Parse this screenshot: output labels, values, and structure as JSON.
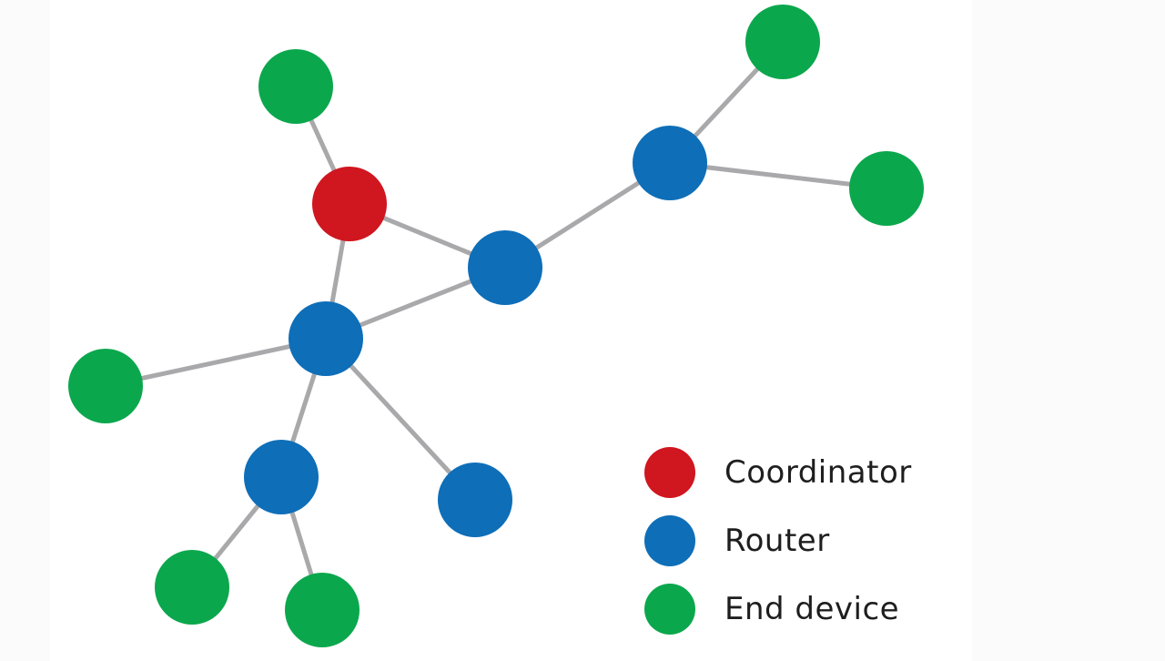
{
  "colors": {
    "coordinator": "#d0161f",
    "router": "#0e6eb8",
    "end_device": "#0ba74d",
    "link": "#a9a9ab"
  },
  "nodes": [
    {
      "id": "coordinator",
      "type": "coordinator"
    },
    {
      "id": "router-center",
      "type": "router"
    },
    {
      "id": "router-right",
      "type": "router"
    },
    {
      "id": "router-main",
      "type": "router"
    },
    {
      "id": "router-lower",
      "type": "router"
    },
    {
      "id": "router-leaf",
      "type": "router"
    },
    {
      "id": "end-device-top",
      "type": "end_device"
    },
    {
      "id": "end-device-top-right",
      "type": "end_device"
    },
    {
      "id": "end-device-right",
      "type": "end_device"
    },
    {
      "id": "end-device-left",
      "type": "end_device"
    },
    {
      "id": "end-device-bottom-left",
      "type": "end_device"
    },
    {
      "id": "end-device-bottom",
      "type": "end_device"
    }
  ],
  "links": [
    [
      "coordinator",
      "end-device-top"
    ],
    [
      "coordinator",
      "router-center"
    ],
    [
      "coordinator",
      "router-main"
    ],
    [
      "router-center",
      "router-main"
    ],
    [
      "router-center",
      "router-right"
    ],
    [
      "router-right",
      "end-device-top-right"
    ],
    [
      "router-right",
      "end-device-right"
    ],
    [
      "router-main",
      "end-device-left"
    ],
    [
      "router-main",
      "router-lower"
    ],
    [
      "router-main",
      "router-leaf"
    ],
    [
      "router-lower",
      "end-device-bottom-left"
    ],
    [
      "router-lower",
      "end-device-bottom"
    ]
  ],
  "legend": [
    {
      "type": "coordinator",
      "label": "Coordinator"
    },
    {
      "type": "router",
      "label": "Router"
    },
    {
      "type": "end_device",
      "label": "End device"
    }
  ]
}
